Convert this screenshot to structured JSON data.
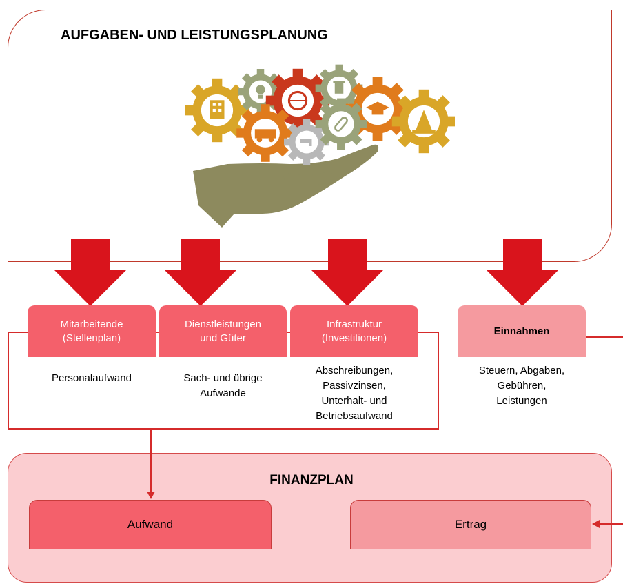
{
  "planning": {
    "title": "AUFGABEN- UND LEISTUNGSPLANUNG"
  },
  "illustration": {
    "icons": [
      "building-icon",
      "lightbulb-icon",
      "globe-icon",
      "trash-icon",
      "graduation-cap-icon",
      "traffic-cone-icon",
      "fire-truck-icon",
      "water-tap-icon",
      "paperclip-icon",
      "hand-icon"
    ],
    "colors": {
      "gear_gold": "#d9a628",
      "gear_orange": "#e07b1c",
      "gear_red": "#c9381d",
      "gear_grey": "#9aa37a",
      "hand": "#8d8a5e"
    }
  },
  "categories": [
    {
      "label_line1": "Mitarbeitende",
      "label_line2": "(Stellenplan)",
      "description": [
        "Personalaufwand"
      ]
    },
    {
      "label_line1": "Dienstleistungen",
      "label_line2": "und Güter",
      "description": [
        "Sach- und übrige",
        "Aufwände"
      ]
    },
    {
      "label_line1": "Infrastruktur",
      "label_line2": "(Investitionen)",
      "description": [
        "Abschreibungen,",
        "Passivzinsen,",
        "Unterhalt- und",
        "Betriebsaufwand"
      ]
    }
  ],
  "income": {
    "label": "Einnahmen",
    "description": [
      "Steuern, Abgaben,",
      "Gebühren,",
      "Leistungen"
    ]
  },
  "finanzplan": {
    "title": "FINANZPLAN",
    "expense_label": "Aufwand",
    "revenue_label": "Ertrag"
  },
  "colors": {
    "accent_red": "#d9141c",
    "box_red": "#f4606b",
    "box_light": "#f59a9f",
    "panel_pink": "#fbcdd0"
  }
}
